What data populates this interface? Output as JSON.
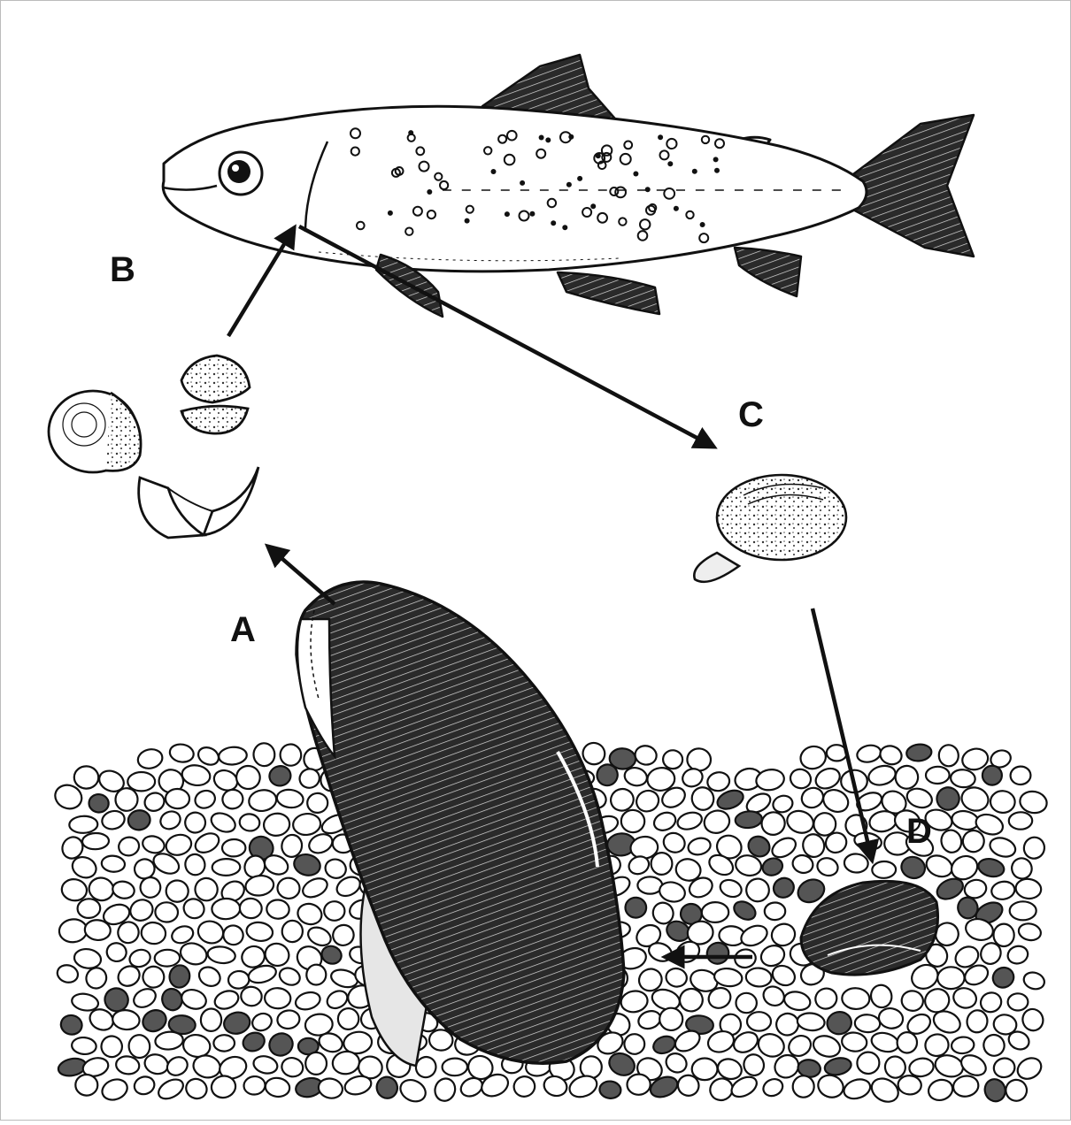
{
  "labels": {
    "a": "A",
    "b": "B",
    "c": "C",
    "d": "D"
  },
  "stages": [
    {
      "label": "A",
      "depicts": "adult-freshwater-mussel-in-gravel"
    },
    {
      "label": "B",
      "depicts": "glochidia-larvae"
    },
    {
      "label": "C",
      "depicts": "juvenile-mussel"
    },
    {
      "label": "D",
      "depicts": "young-mussel-in-gravel"
    }
  ],
  "host": "trout-host-fish",
  "colors": {
    "ink": "#111111",
    "paper": "#ffffff",
    "shell_dark": "#1a1a1a",
    "stone_fill": "#ffffff",
    "foot": "#e6e6e6"
  }
}
